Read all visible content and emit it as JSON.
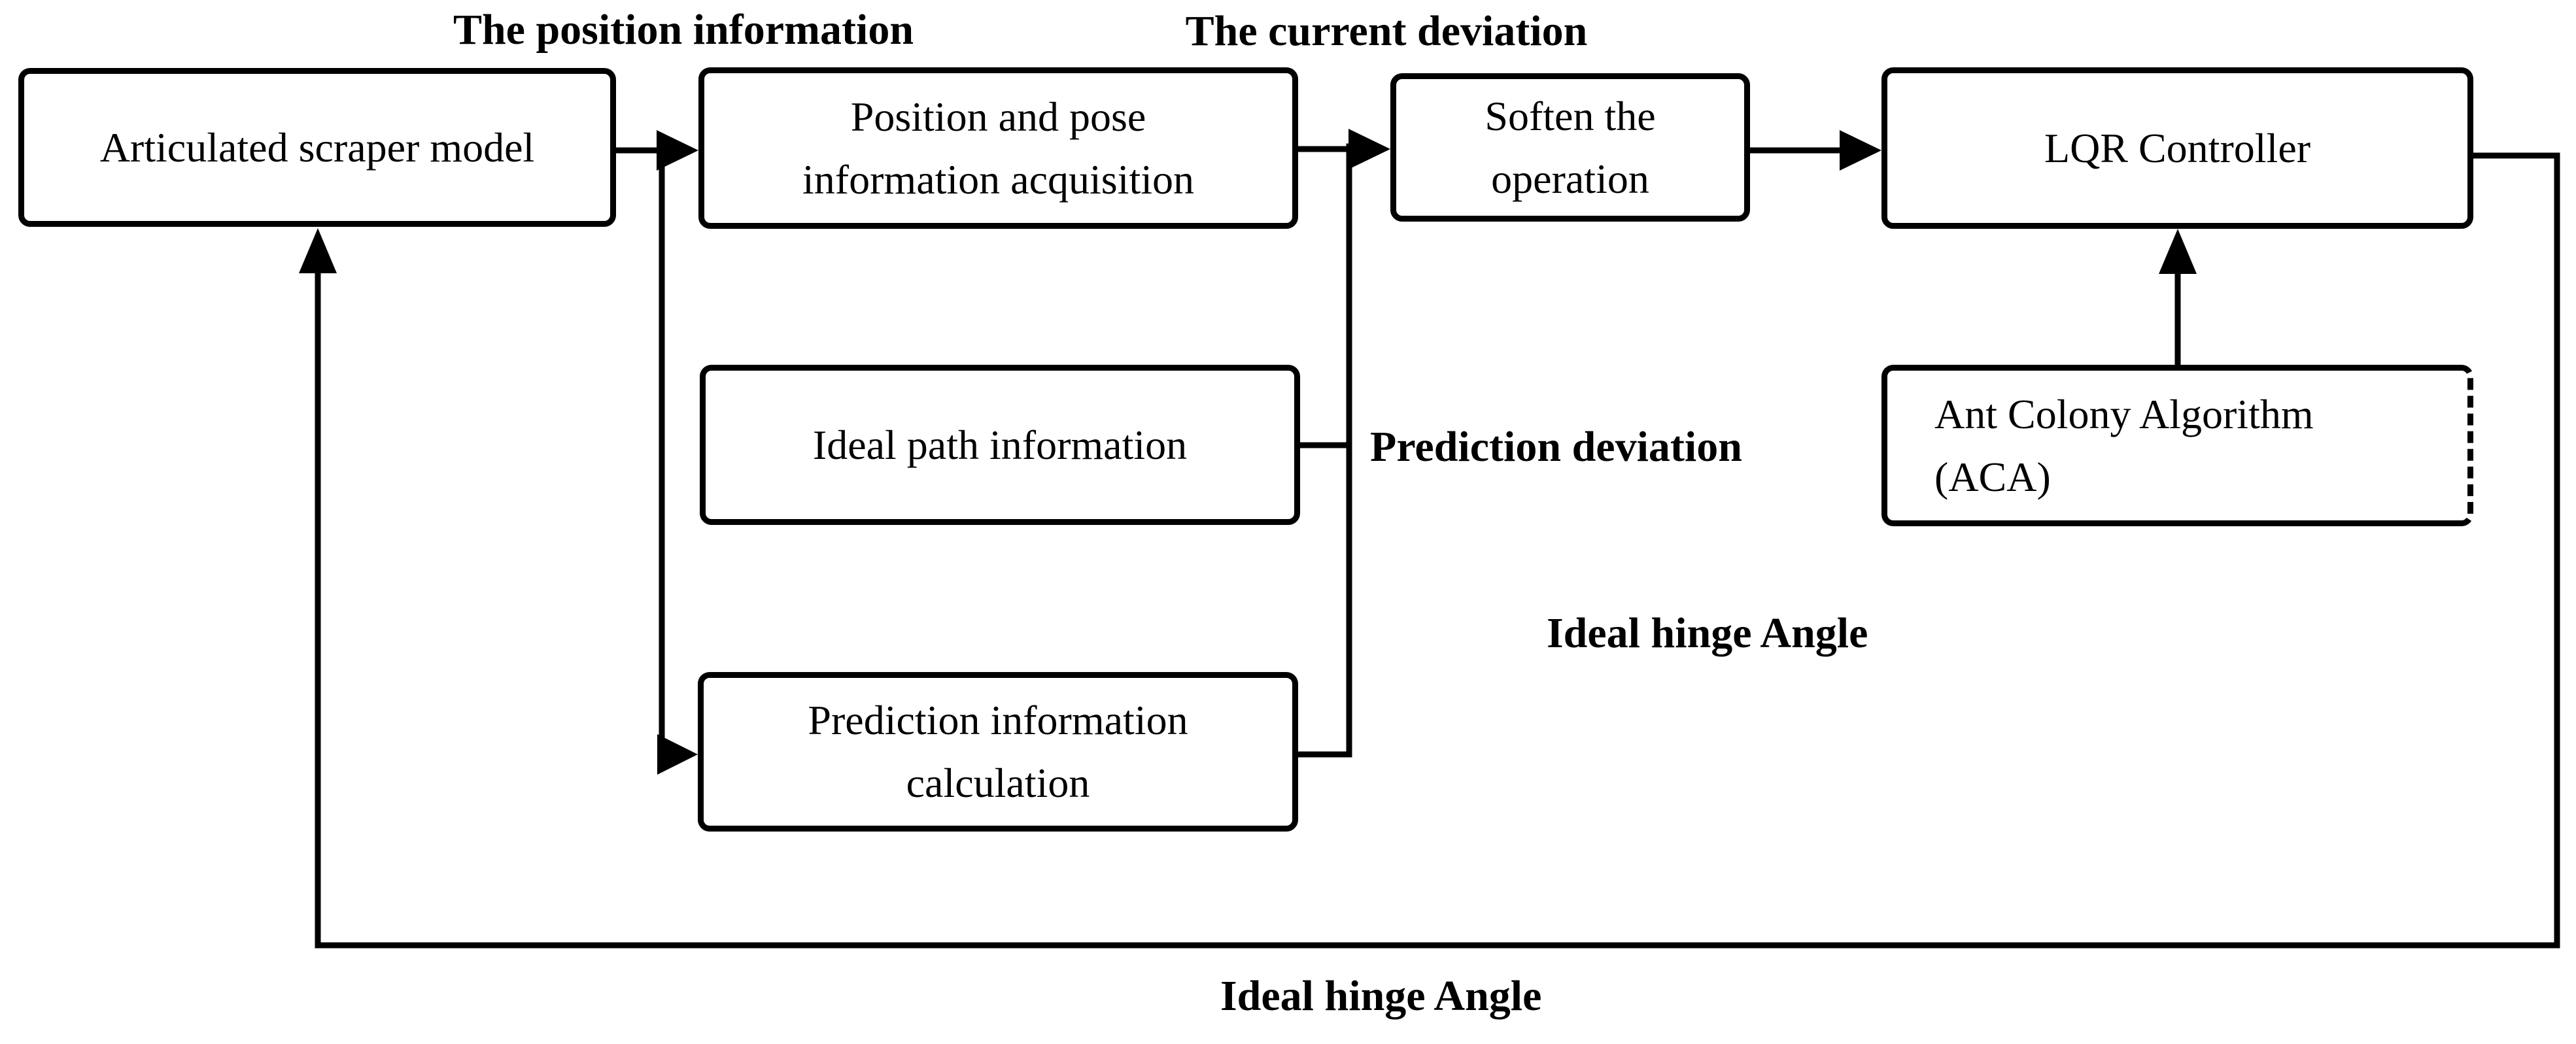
{
  "diagram": {
    "title": "Articulated scraper LQR path-tracking control block diagram",
    "colors": {
      "stroke": "#000000",
      "background": "#ffffff",
      "text": "#000000"
    },
    "boxes": {
      "scraper": "Articulated scraper model",
      "position_acquisition": "Position and pose\ninformation acquisition",
      "soften": "Soften the\noperation",
      "lqr": "LQR Controller",
      "ideal_path": "Ideal path information",
      "aca": "Ant Colony Algorithm\n(ACA)",
      "prediction_calc": "Prediction information\ncalculation"
    },
    "labels": {
      "position_information": "The position information",
      "current_deviation": "The current deviation",
      "prediction_deviation": "Prediction deviation",
      "ideal_hinge_angle_mid": "Ideal hinge Angle",
      "ideal_hinge_angle_bottom": "Ideal hinge Angle"
    }
  }
}
